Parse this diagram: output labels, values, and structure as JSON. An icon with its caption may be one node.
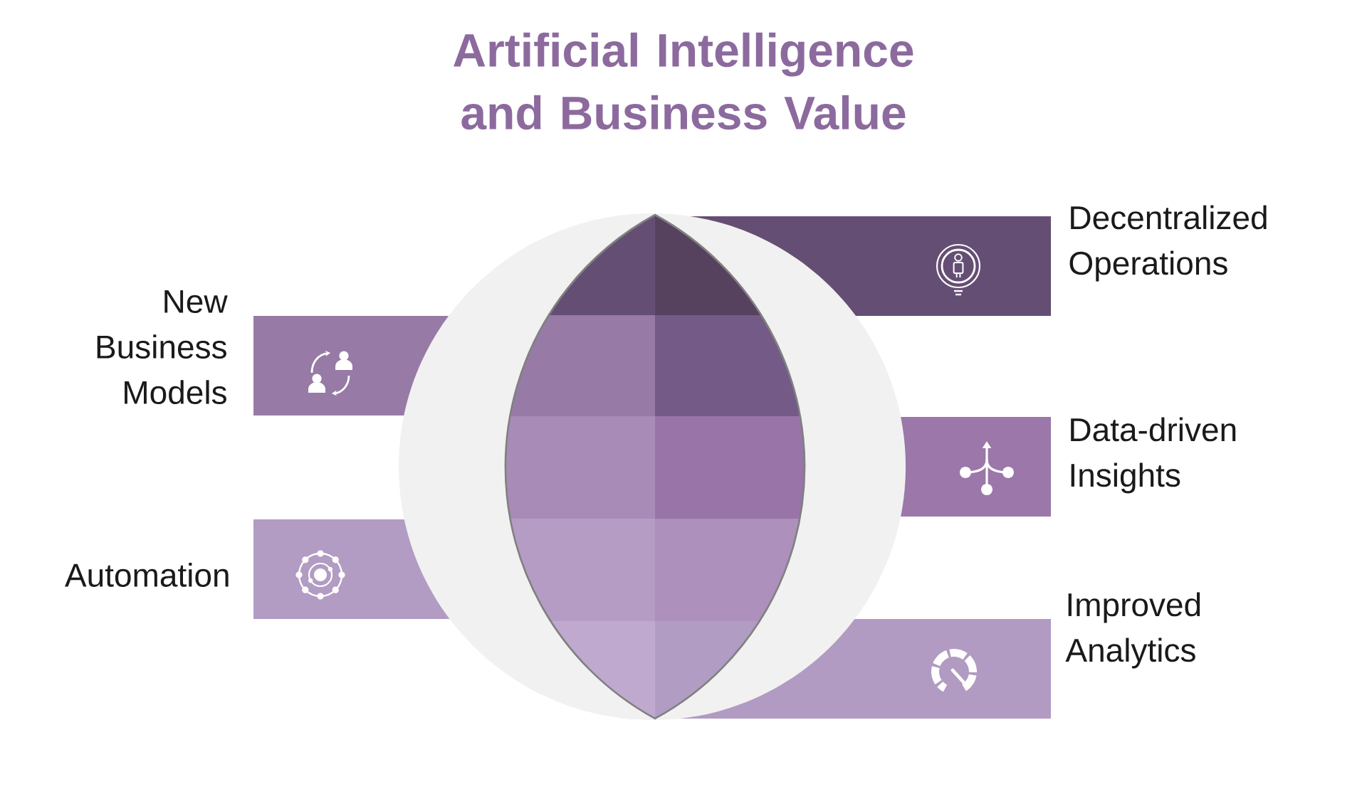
{
  "diagram": {
    "title": "Artificial Intelligence and Business Value",
    "nodes": [
      {
        "text": [
          "Decentralized Operations"
        ]
      },
      {
        "text": [
          "New Business Models"
        ]
      },
      {
        "text": [
          "Data-driven Insights"
        ]
      },
      {
        "text": [
          "Automation"
        ]
      },
      {
        "text": [
          "Improved Analytics"
        ]
      }
    ]
  }
}
